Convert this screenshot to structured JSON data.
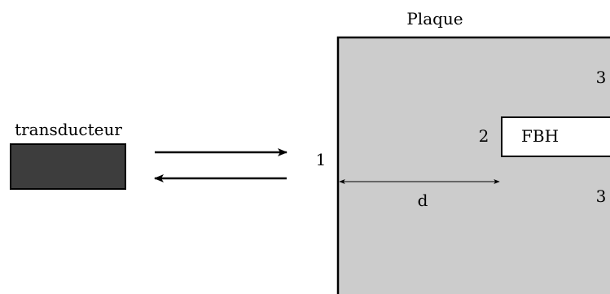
{
  "labels": {
    "plate": "Plaque",
    "transducer": "transducteur",
    "defect": "FBH",
    "distance": "d",
    "point_1": "1",
    "point_2": "2",
    "point_3_top": "3",
    "point_3_bottom": "3"
  },
  "colors": {
    "plate_fill": "#cccccc",
    "transducer_fill": "#3d3d3d",
    "defect_fill": "#ffffff",
    "stroke": "#000000"
  }
}
